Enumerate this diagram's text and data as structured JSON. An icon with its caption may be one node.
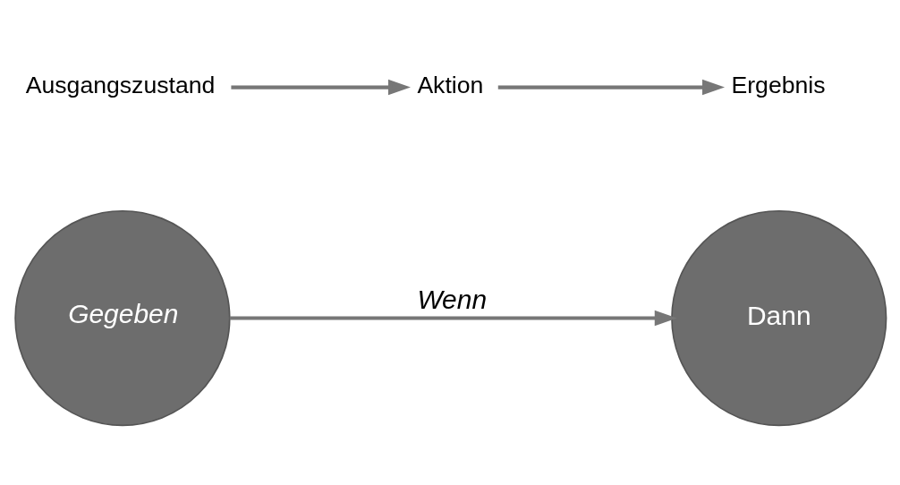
{
  "diagram": {
    "nodes": [
      {
        "text": [
          "Gegeben"
        ]
      },
      {
        "text": [
          "Dann"
        ]
      },
      {
        "text": [
          "Ausgangszustand"
        ]
      },
      {
        "text": [
          "Aktion"
        ]
      },
      {
        "text": [
          "Ergebnis"
        ]
      }
    ],
    "edges": [
      {
        "from": 0,
        "to": 1,
        "arrow": "to",
        "label": "Wenn"
      },
      {
        "from": 2,
        "to": 3,
        "arrow": "to"
      },
      {
        "from": 3,
        "to": 4,
        "arrow": "to"
      }
    ]
  }
}
